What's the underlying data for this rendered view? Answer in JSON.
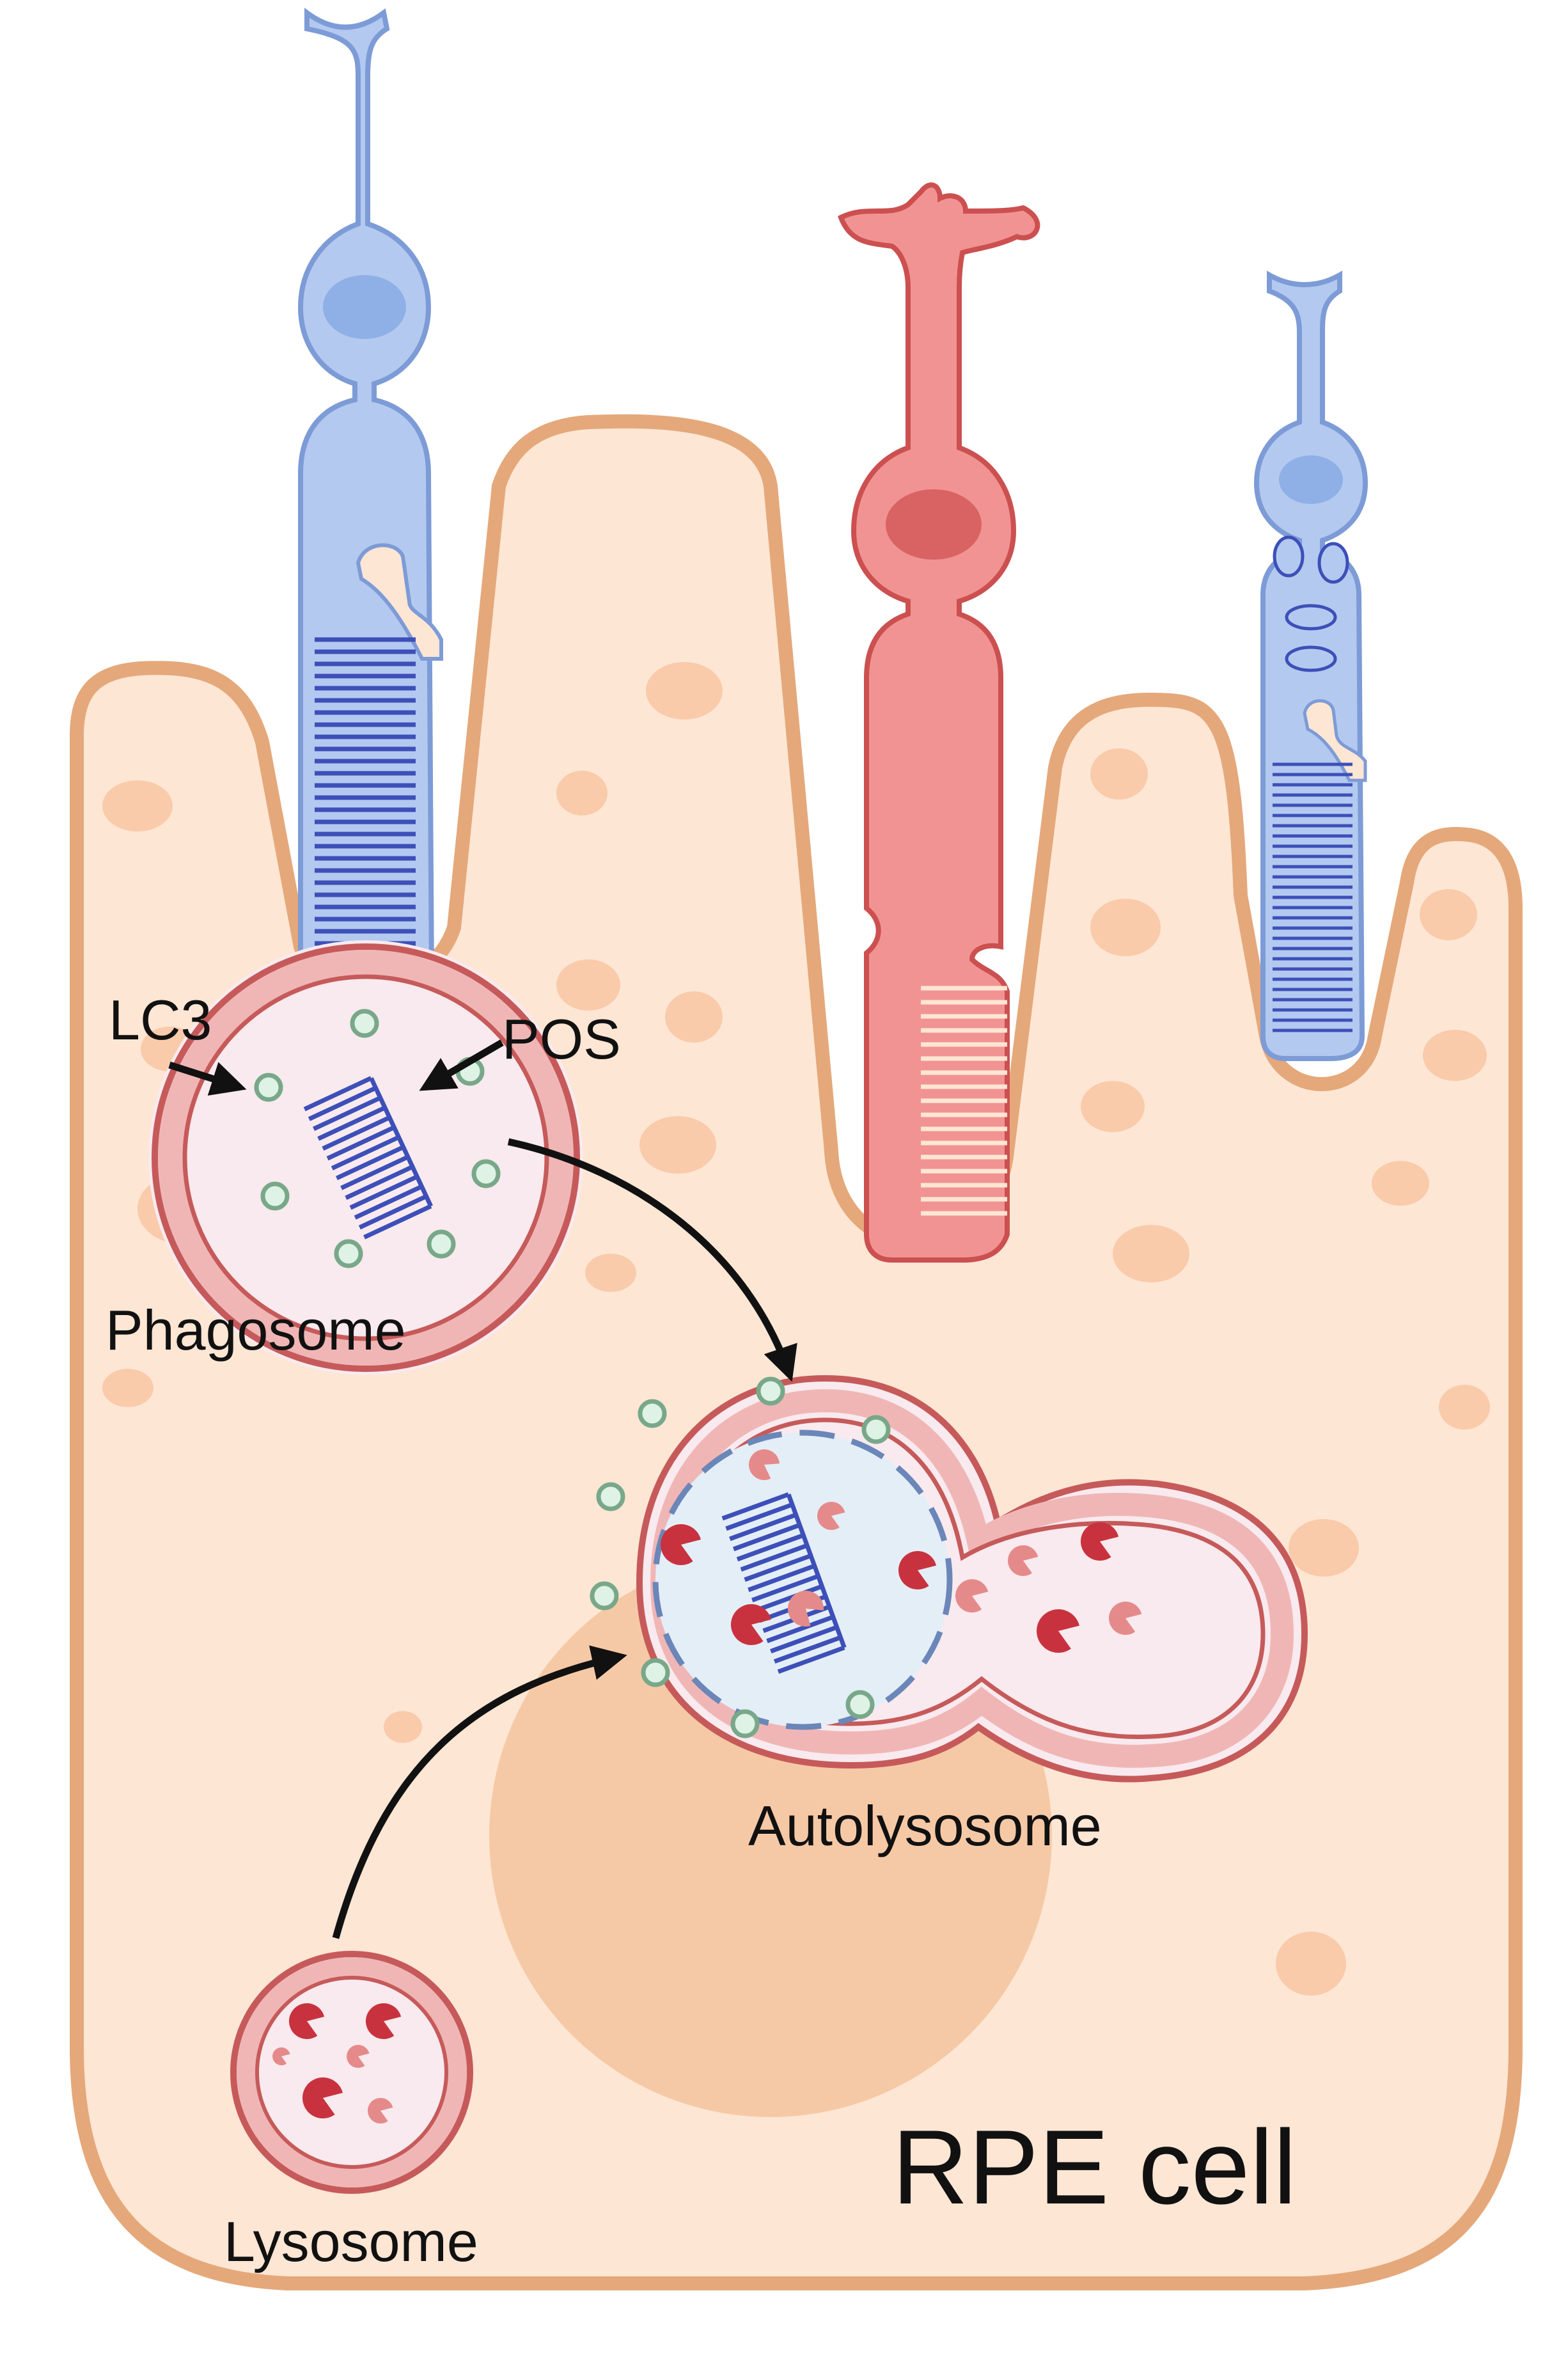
{
  "labels": {
    "lc3": "LC3",
    "pos": "POS",
    "phagosome": "Phagosome",
    "autolysosome": "Autolysosome",
    "lysosome": "Lysosome",
    "rpe_cell": "RPE cell"
  },
  "colors": {
    "cytoplasm": "#fde6d4",
    "membrane": "#e5a87a",
    "granule": "#f8c6a3",
    "nucleus": "#f6c9a6",
    "rod": "#b3c9ef",
    "rod_stroke": "#7d9bd6",
    "rod_nucleus": "#8fb0e6",
    "cone": "#f29393",
    "cone_stroke": "#cc5050",
    "cone_nucleus": "#d96363",
    "vesicle_fill": "#f8eaee",
    "vesicle_ring": "#f0b6b6",
    "vesicle_stroke": "#c65a5a",
    "lc3_dot": "#dff2e6",
    "lc3_dot_stroke": "#78a889",
    "enzyme_dark": "#c8323e",
    "enzyme_light": "#e58a8a",
    "disc_blue": "#3d4fb8",
    "arrow": "#111111"
  }
}
